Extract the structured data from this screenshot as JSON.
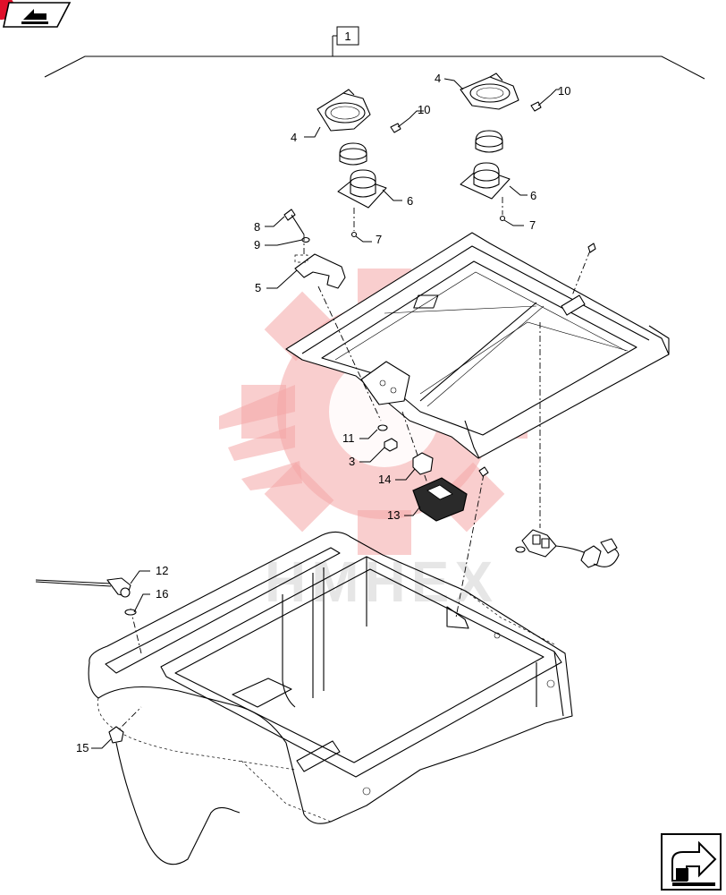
{
  "diagram": {
    "assembly_label": "1",
    "callouts": [
      "4",
      "10",
      "4",
      "10",
      "6",
      "6",
      "7",
      "7",
      "8",
      "9",
      "5",
      "11",
      "3",
      "14",
      "13",
      "12",
      "16",
      "15"
    ],
    "watermark_text": "HMHEX",
    "colors": {
      "line": "#000000",
      "watermark": "#f4a6a6",
      "corner_badge": "#e0102a"
    },
    "icons": {
      "top_left": "back-arrow-icon",
      "bottom_right": "next-page-arrow-icon"
    }
  }
}
